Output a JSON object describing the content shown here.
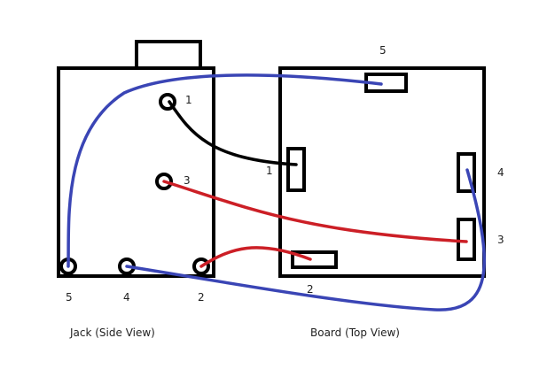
{
  "jack": {
    "caption": "Jack (Side View)",
    "pin_labels": {
      "p1": "1",
      "p3": "3",
      "p5": "5",
      "p4": "4",
      "p2": "2"
    }
  },
  "board": {
    "caption": "Board (Top View)",
    "pad_labels": {
      "p5": "5",
      "p1": "1",
      "p4": "4",
      "p3": "3",
      "p2": "2"
    }
  },
  "colors": {
    "outline": "#000000",
    "wire_black": "#000000",
    "wire_red": "#cc1f26",
    "wire_blue": "#3a45b5"
  }
}
